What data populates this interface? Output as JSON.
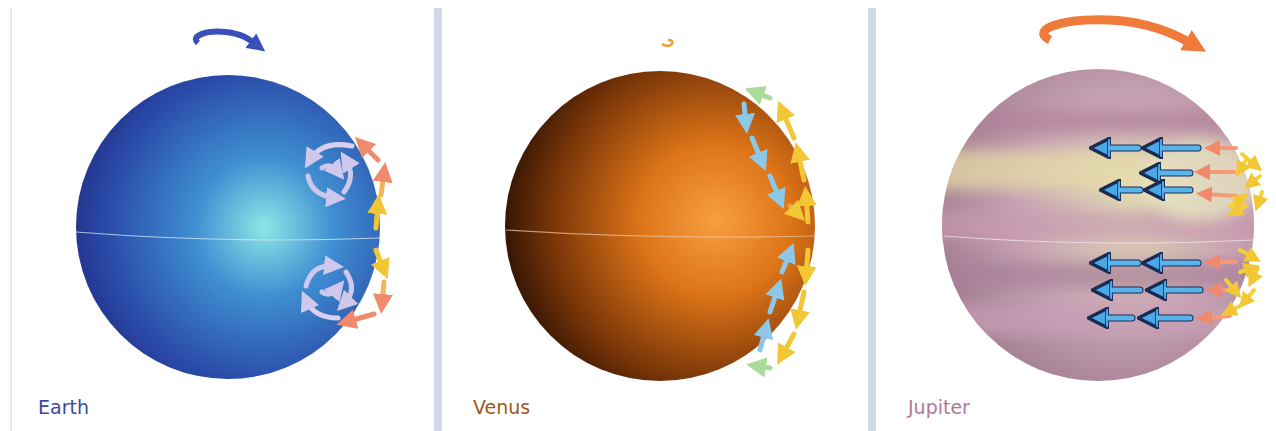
{
  "diagram": {
    "labels": [
      "Earth",
      "Venus",
      "Jupiter"
    ]
  }
}
